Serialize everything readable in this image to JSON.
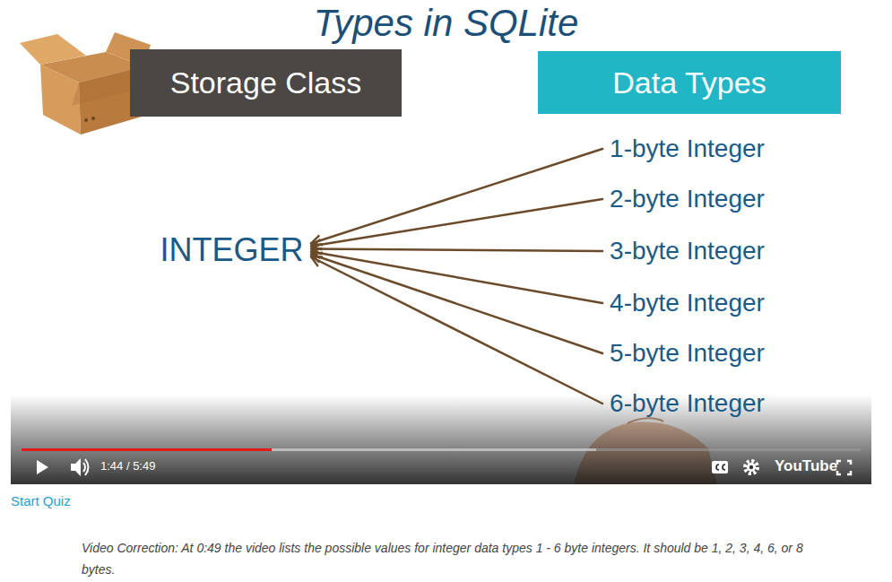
{
  "diagram": {
    "title": "Types in SQLite",
    "nodes": [
      {
        "text": [
          "Storage Class"
        ]
      },
      {
        "text": [
          "Data Types"
        ]
      },
      {
        "text": [
          "INTEGER"
        ]
      },
      {
        "text": [
          "1-byte Integer"
        ]
      },
      {
        "text": [
          "2-byte Integer"
        ]
      },
      {
        "text": [
          "3-byte Integer"
        ]
      },
      {
        "text": [
          "4-byte Integer"
        ]
      },
      {
        "text": [
          "5-byte Integer"
        ]
      },
      {
        "text": [
          "6-byte Integer"
        ]
      }
    ],
    "edges": [
      {
        "from": 3,
        "to": 2,
        "arrow": "to"
      },
      {
        "from": 4,
        "to": 2,
        "arrow": "to"
      },
      {
        "from": 5,
        "to": 2,
        "arrow": "to"
      },
      {
        "from": 6,
        "to": 2,
        "arrow": "to"
      },
      {
        "from": 7,
        "to": 2,
        "arrow": "to"
      },
      {
        "from": 8,
        "to": 2,
        "arrow": "to"
      }
    ],
    "labels": [
      "1:44 / 5:49",
      "YouTube",
      "Start Quiz",
      "Video Correction: At 0:49 the video lists the possible values for integer data types 1 - 6 byte integers. It should be 1, 2, 3, 4, 6, or 8 bytes."
    ]
  }
}
